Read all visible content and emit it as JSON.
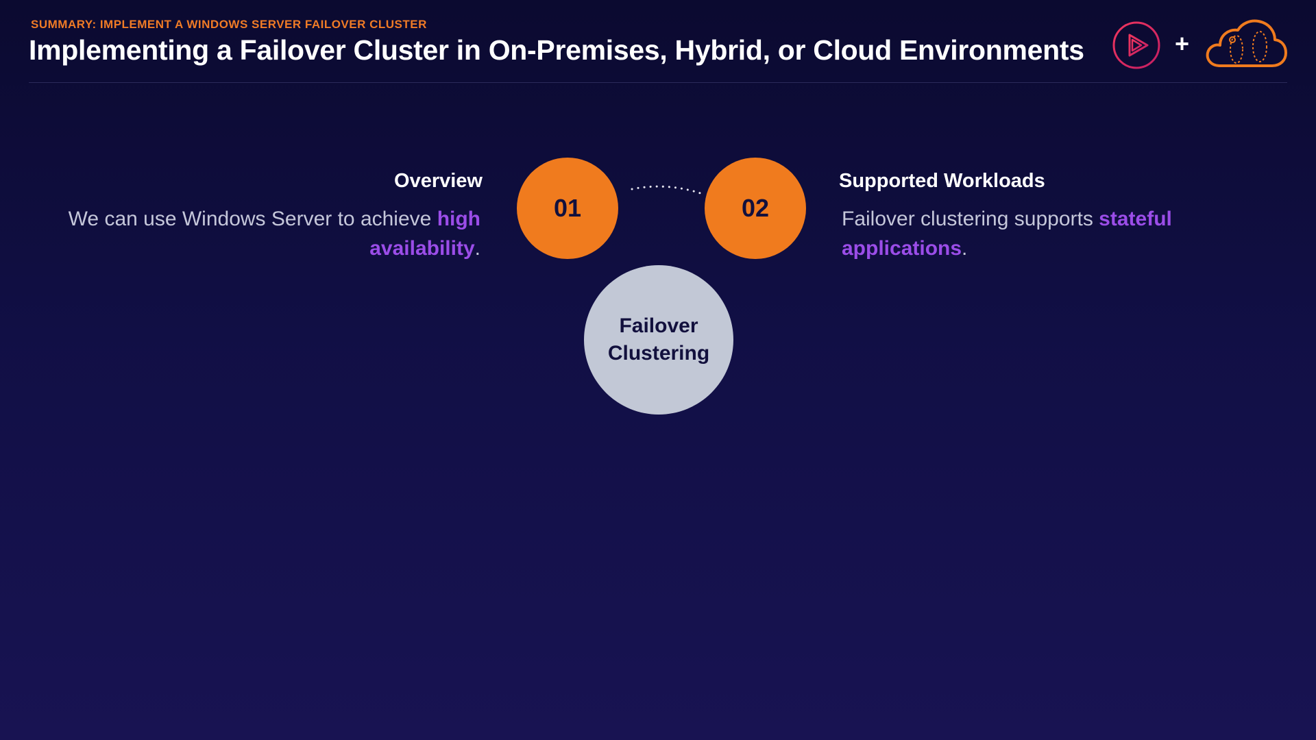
{
  "header": {
    "kicker": "Summary: Implement a Windows Server Failover Cluster",
    "title": "Implementing a Failover Cluster in On-Premises, Hybrid, or Cloud Environments",
    "plus": "+",
    "accent_color": "#f07b26"
  },
  "icons": {
    "brand_logo": "play-logo-icon",
    "cloud_logo": "cloud-icon"
  },
  "steps": [
    {
      "number": "01",
      "title": "Overview",
      "text_before": "We can use Windows Server to achieve ",
      "highlight": "high availability",
      "text_after": "."
    },
    {
      "number": "02",
      "title": "Supported Workloads",
      "text_before": "Failover clustering supports ",
      "highlight": "stateful applications",
      "text_after": "."
    }
  ],
  "center": {
    "label_line1": "Failover",
    "label_line2": "Clustering"
  },
  "colors": {
    "orange": "#f07b1e",
    "highlight_purple": "#9b4de8",
    "center_gray": "#c2c8d6",
    "background": "#110f45"
  }
}
